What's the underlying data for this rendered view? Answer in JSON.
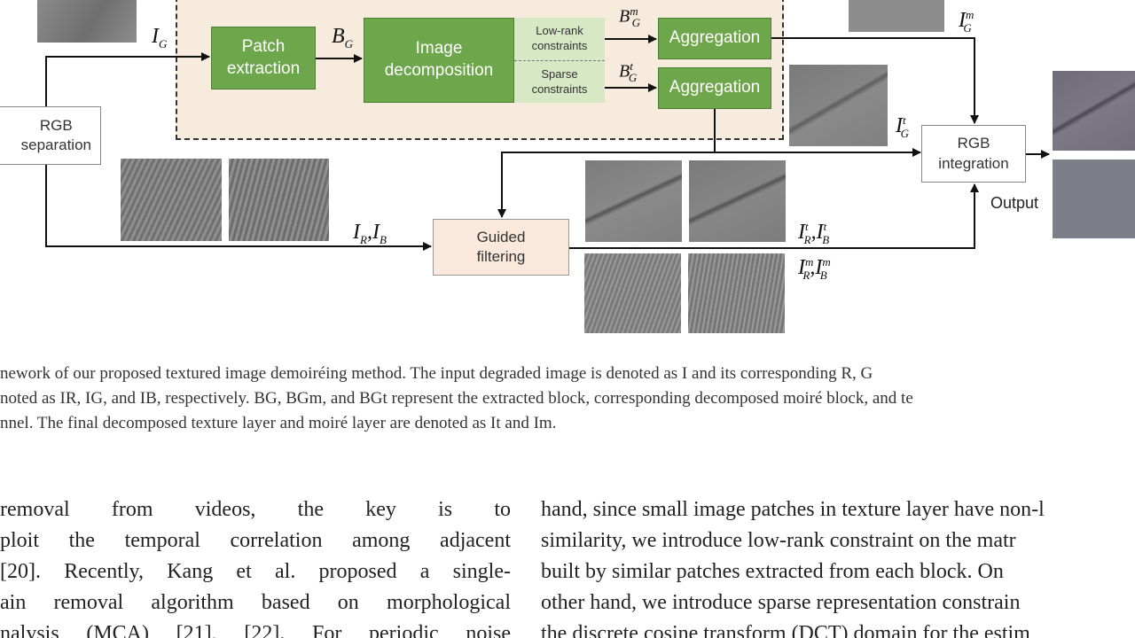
{
  "diagram": {
    "boxes": {
      "patch_extraction": "Patch\nextraction",
      "image_decomposition": "Image\ndecomposition",
      "low_rank": "Low-rank\nconstraints",
      "sparse": "Sparse\nconstraints",
      "aggregation_top": "Aggregation",
      "aggregation_bottom": "Aggregation",
      "rgb_separation": "RGB\nseparation",
      "guided_filtering": "Guided\nfiltering",
      "rgb_integration": "RGB\nintegration",
      "output": "Output"
    },
    "labels": {
      "IG": {
        "base": "I",
        "sub": "G"
      },
      "BG": {
        "base": "B",
        "sub": "G"
      },
      "BGm": {
        "base": "B",
        "sub": "G",
        "sup": "m"
      },
      "BGt": {
        "base": "B",
        "sub": "G",
        "sup": "t"
      },
      "IGm": {
        "base": "I",
        "sub": "G",
        "sup": "m"
      },
      "IGt": {
        "base": "I",
        "sub": "G",
        "sup": "t"
      },
      "IR_IB": {
        "a": "I",
        "a_sub": "R",
        "sep": ",",
        "b": "I",
        "b_sub": "B"
      },
      "IRt_IBt": {
        "a": "I",
        "a_sub": "R",
        "a_sup": "t",
        "sep": ",",
        "b": "I",
        "b_sub": "B",
        "b_sup": "t"
      },
      "IRm_IBm": {
        "a": "I",
        "a_sub": "R",
        "a_sup": "m",
        "sep": ",",
        "b": "I",
        "b_sub": "B",
        "b_sup": "m"
      }
    }
  },
  "caption": {
    "line1": "nework of our proposed textured image demoiréing method. The input degraded image is denoted as I and its corresponding R, G",
    "line2": "noted as IR, IG, and IB, respectively. BG, BGm, and BGt represent the extracted block, corresponding decomposed moiré block, and te",
    "line3": "nnel. The final decomposed texture layer and moiré layer are denoted as It and Im."
  },
  "left_column": [
    "removal from videos, the key is to",
    "ploit the temporal correlation among adjacent",
    "[20]. Recently, Kang et al. proposed a single-",
    "ain removal algorithm based on morphological",
    "nalysis (MCA) [21], [22]. For periodic noise"
  ],
  "right_column": [
    "hand, since small image patches in texture layer have non-l",
    "similarity, we introduce low-rank constraint on the matr",
    "built by similar patches extracted from each block. On",
    "other hand, we introduce sparse representation constrain",
    "the discrete cosine transform (DCT) domain for the estim"
  ],
  "colors": {
    "green": "#6ea64b",
    "light_green": "#d6e8c4",
    "pink": "#fae8dc",
    "dashed_region": "#f6ebdd"
  }
}
